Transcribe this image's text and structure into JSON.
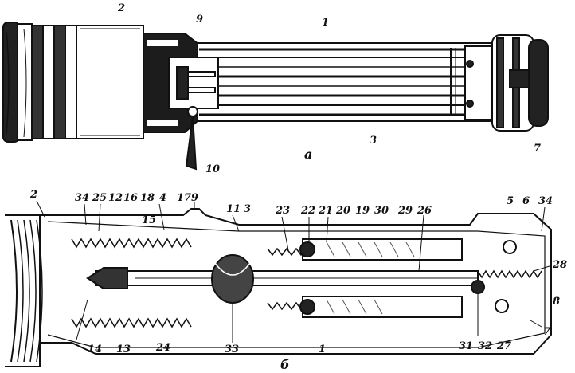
{
  "figure": {
    "caption_top": "a",
    "caption_bottom": "б"
  },
  "colors": {
    "ink": "#111111",
    "paper": "#ffffff",
    "shade": "#2a2a2a",
    "hatch": "#555555"
  },
  "top_view": {
    "labels": [
      "2",
      "9",
      "1",
      "3",
      "7",
      "10"
    ]
  },
  "section_view": {
    "labels": [
      "2",
      "34",
      "25",
      "12",
      "16",
      "18",
      "4",
      "17",
      "9",
      "11",
      "3",
      "23",
      "22",
      "21",
      "20",
      "19",
      "30",
      "29",
      "26",
      "5",
      "6",
      "34",
      "28",
      "8",
      "7",
      "27",
      "32",
      "31",
      "1",
      "33",
      "24",
      "13",
      "14",
      "15"
    ]
  }
}
